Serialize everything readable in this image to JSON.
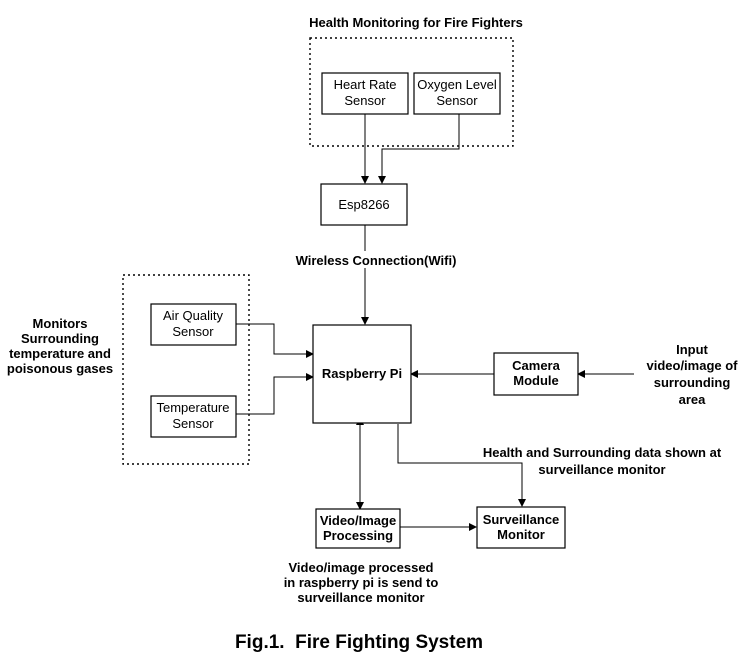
{
  "diagram": {
    "group_health_title": "Health Monitoring for Fire Fighters",
    "heart_rate": [
      "Heart Rate",
      "Sensor"
    ],
    "oxygen_level": [
      "Oxygen Level",
      "Sensor"
    ],
    "esp": "Esp8266",
    "wireless_label": "Wireless Connection(Wifi)",
    "air_quality": [
      "Air Quality",
      "Sensor"
    ],
    "temperature": [
      "Temperature",
      "Sensor"
    ],
    "monitors_label": [
      "Monitors",
      "Surrounding",
      "temperature and",
      "poisonous gases"
    ],
    "raspberry": "Raspberry Pi",
    "camera": [
      "Camera",
      "Module"
    ],
    "input_label": [
      "Input",
      "video/image of",
      "surrounding",
      "area"
    ],
    "health_surrounding_label": [
      "Health and Surrounding data shown at",
      "surveillance monitor"
    ],
    "video_processing": [
      "Video/Image",
      "Processing"
    ],
    "surveillance": [
      "Surveillance",
      "Monitor"
    ],
    "processed_label": [
      "Video/image processed",
      "in raspberry pi is send to",
      "surveillance monitor"
    ],
    "caption": "Fig.1.  Fire Fighting System"
  }
}
